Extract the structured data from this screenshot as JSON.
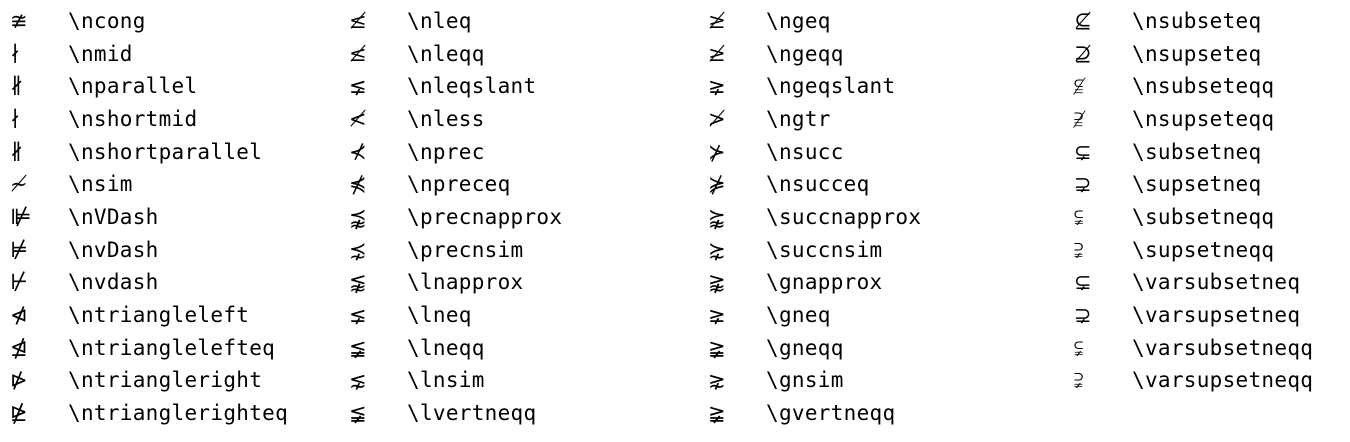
{
  "columns": [
    {
      "rows": [
        {
          "symbol": "≇",
          "command": "\\ncong"
        },
        {
          "symbol": "∤",
          "command": "\\nmid"
        },
        {
          "symbol": "∦",
          "command": "\\nparallel"
        },
        {
          "symbol": "∤",
          "command": "\\nshortmid"
        },
        {
          "symbol": "∦",
          "command": "\\nshortparallel"
        },
        {
          "symbol": "≁",
          "command": "\\nsim"
        },
        {
          "symbol": "⊯",
          "command": "\\nVDash"
        },
        {
          "symbol": "⊭",
          "command": "\\nvDash"
        },
        {
          "symbol": "⊬",
          "command": "\\nvdash"
        },
        {
          "symbol": "⋪",
          "command": "\\ntriangleleft"
        },
        {
          "symbol": "⋬",
          "command": "\\ntrianglelefteq"
        },
        {
          "symbol": "⋫",
          "command": "\\ntriangleright"
        },
        {
          "symbol": "⋭",
          "command": "\\ntrianglerighteq"
        }
      ]
    },
    {
      "rows": [
        {
          "symbol": "≰",
          "command": "\\nleq"
        },
        {
          "symbol": "≰",
          "command": "\\nleqq"
        },
        {
          "symbol": "⪇",
          "command": "\\nleqslant"
        },
        {
          "symbol": "≮",
          "command": "\\nless"
        },
        {
          "symbol": "⊀",
          "command": "\\nprec"
        },
        {
          "symbol": "⋠",
          "command": "\\npreceq"
        },
        {
          "symbol": "⪹",
          "command": "\\precnapprox"
        },
        {
          "symbol": "⋨",
          "command": "\\precnsim"
        },
        {
          "symbol": "⪉",
          "command": "\\lnapprox"
        },
        {
          "symbol": "⪇",
          "command": "\\lneq"
        },
        {
          "symbol": "≨",
          "command": "\\lneqq"
        },
        {
          "symbol": "⋦",
          "command": "\\lnsim"
        },
        {
          "symbol": "≨",
          "command": "\\lvertneqq"
        }
      ]
    },
    {
      "rows": [
        {
          "symbol": "≱",
          "command": "\\ngeq"
        },
        {
          "symbol": "≱",
          "command": "\\ngeqq"
        },
        {
          "symbol": "⪈",
          "command": "\\ngeqslant"
        },
        {
          "symbol": "≯",
          "command": "\\ngtr"
        },
        {
          "symbol": "⊁",
          "command": "\\nsucc"
        },
        {
          "symbol": "⋡",
          "command": "\\nsucceq"
        },
        {
          "symbol": "⪺",
          "command": "\\succnapprox"
        },
        {
          "symbol": "⋩",
          "command": "\\succnsim"
        },
        {
          "symbol": "⪊",
          "command": "\\gnapprox"
        },
        {
          "symbol": "⪈",
          "command": "\\gneq"
        },
        {
          "symbol": "≩",
          "command": "\\gneqq"
        },
        {
          "symbol": "⋧",
          "command": "\\gnsim"
        },
        {
          "symbol": "≩",
          "command": "\\gvertneqq"
        }
      ]
    },
    {
      "rows": [
        {
          "symbol": "⊈",
          "command": "\\nsubseteq"
        },
        {
          "symbol": "⊉",
          "command": "\\nsupseteq"
        },
        {
          "symbol": "⫅̸",
          "command": "\\nsubseteqq"
        },
        {
          "symbol": "⫆̸",
          "command": "\\nsupseteqq"
        },
        {
          "symbol": "⊊",
          "command": "\\subsetneq"
        },
        {
          "symbol": "⊋",
          "command": "\\supsetneq"
        },
        {
          "symbol": "⫋",
          "command": "\\subsetneqq"
        },
        {
          "symbol": "⫌",
          "command": "\\supsetneqq"
        },
        {
          "symbol": "⊊",
          "command": "\\varsubsetneq"
        },
        {
          "symbol": "⊋",
          "command": "\\varsupsetneq"
        },
        {
          "symbol": "⫋",
          "command": "\\varsubsetneqq"
        },
        {
          "symbol": "⫌",
          "command": "\\varsupsetneqq"
        }
      ]
    }
  ]
}
